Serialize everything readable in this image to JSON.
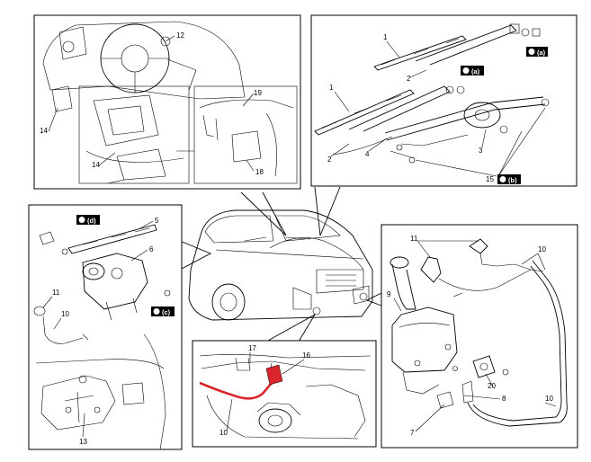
{
  "callouts": {
    "panel_dash": [
      "12",
      "14",
      "14",
      "19",
      "18"
    ],
    "panel_front": [
      "1",
      "2",
      "1",
      "2",
      "4",
      "3",
      "15"
    ],
    "panel_rear": [
      "5",
      "6",
      "11",
      "10",
      "13"
    ],
    "panel_washer": [
      "11",
      "10",
      "9",
      "20",
      "8",
      "10",
      "7"
    ],
    "panel_hose": [
      "17",
      "16",
      "10"
    ]
  },
  "tags": {
    "a_top": "(a)",
    "a_mid": "(a)",
    "b": "(b)",
    "c": "(c)",
    "d": "(d)"
  },
  "tag_numbers": {
    "b": "15"
  },
  "colors": {
    "line": "#000000",
    "frame": "#000000",
    "hose_red": "#d9262b",
    "tag_bg": "#000000"
  }
}
